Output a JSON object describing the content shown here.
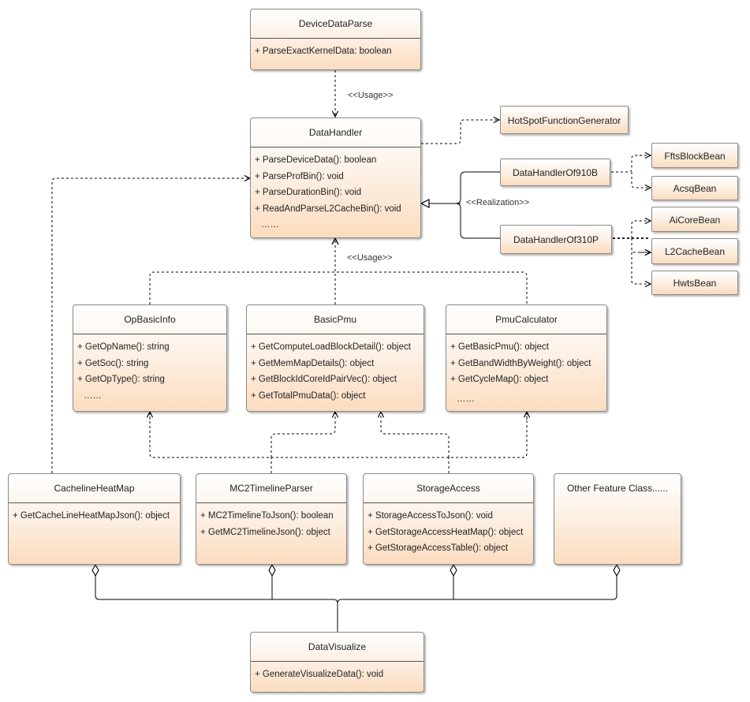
{
  "classes": {
    "device_data_parse": {
      "name": "DeviceDataParse",
      "members": [
        "+ ParseExactKernelData: boolean"
      ]
    },
    "data_handler": {
      "name": "DataHandler",
      "members": [
        "+ ParseDeviceData(): boolean",
        "+ ParseProfBin(): void",
        "+ ParseDurationBin(): void",
        "+ ReadAndParseL2CacheBin(): void",
        "……"
      ]
    },
    "op_basic_info": {
      "name": "OpBasicInfo",
      "members": [
        "+ GetOpName(): string",
        "+ GetSoc(): string",
        "+ GetOpType(): string",
        "……"
      ]
    },
    "basic_pmu": {
      "name": "BasicPmu",
      "members": [
        "+ GetComputeLoadBlockDetail(): object",
        "+ GetMemMapDetails(): object",
        "+ GetBlockIdCoreIdPairVec(): object",
        "+ GetTotalPmuData(): object"
      ]
    },
    "pmu_calculator": {
      "name": "PmuCalculator",
      "members": [
        "+ GetBasicPmu(): object",
        "+ GetBandWidthByWeight(): object",
        "+ GetCycleMap(): object",
        "……"
      ]
    },
    "cacheline_heat_map": {
      "name": "CachelineHeatMap",
      "members": [
        "+ GetCacheLineHeatMapJson(): object"
      ]
    },
    "mc2_timeline_parser": {
      "name": "MC2TimelineParser",
      "members": [
        "+ MC2TimelineToJson(): boolean",
        "+ GetMC2TimelineJson(): object"
      ]
    },
    "storage_access": {
      "name": "StorageAccess",
      "members": [
        "+ StorageAccessToJson(): void",
        "+ GetStorageAccessHeatMap(): object",
        "+ GetStorageAccessTable(): object"
      ]
    },
    "other_feature": {
      "name": "Other Feature Class......"
    },
    "data_visualize": {
      "name": "DataVisualize",
      "members": [
        "+ GenerateVisualizeData(): void"
      ]
    }
  },
  "beans": {
    "hot_spot": "HotSpotFunctionGenerator",
    "handler_910b": "DataHandlerOf910B",
    "handler_310p": "DataHandlerOf310P",
    "ffts": "FftsBlockBean",
    "acsq": "AcsqBean",
    "aicore": "AiCoreBean",
    "l2cache": "L2CacheBean",
    "hwts": "HwtsBean"
  },
  "labels": {
    "usage_top": "<<Usage>>",
    "usage_mid": "<<Usage>>",
    "realization": "<<Realization>>"
  },
  "colors": {
    "fill_top": "#ffffff",
    "fill_bottom": "#fbdcbf",
    "border": "#8a8a8a",
    "line": "#000000"
  }
}
